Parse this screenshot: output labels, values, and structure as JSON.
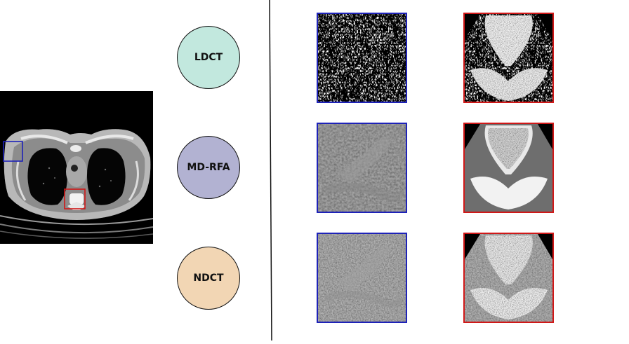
{
  "rows": [
    {
      "method": {
        "label": "LDCT",
        "color": "#c2e8de"
      },
      "noise": "high"
    },
    {
      "method": {
        "label": "MD-RFA",
        "color": "#b2b2d2"
      },
      "noise": "low"
    },
    {
      "method": {
        "label": "NDCT",
        "color": "#f2d6b4"
      },
      "noise": "medium"
    }
  ],
  "roi": {
    "soft_tissue": {
      "color": "#1e22b8"
    },
    "spine": {
      "color": "#d01818"
    }
  }
}
